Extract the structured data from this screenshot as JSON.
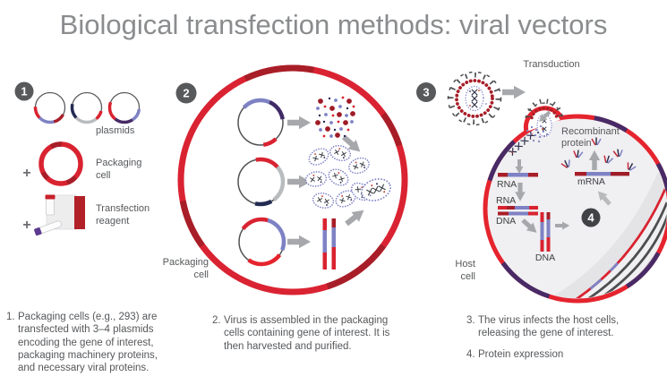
{
  "title": "Biological transfection methods: viral vectors",
  "palette": {
    "red": "#d92330",
    "dark_red": "#a81e28",
    "purple": "#472a66",
    "navy": "#232a52",
    "periwinkle": "#7e82c4",
    "silver": "#b9bcbe",
    "arrow_gray": "#a6a8ab",
    "badge_gray": "#58595b",
    "badge_dark": "#414246",
    "text_gray": "#55575a",
    "title_gray": "#8a8c8e",
    "cell_fill": "#f0eff1"
  },
  "step1": {
    "badge": "1",
    "plus_a": "+",
    "plus_b": "+",
    "plasmids_label": "plasmids",
    "packaging_cell": [
      "Packaging",
      "cell"
    ],
    "transfection_reagent": [
      "Transfection",
      "reagent"
    ]
  },
  "step2": {
    "badge": "2",
    "cell_label": [
      "Packaging",
      "cell"
    ]
  },
  "step3": {
    "badge": "3",
    "step4_badge": "4",
    "transduction": "Transduction",
    "host_cell": [
      "Host",
      "cell"
    ],
    "rna_top": "RNA",
    "rna_mid": "RNA",
    "dna_mid": "DNA",
    "dna_bottom": "DNA",
    "mrna": "mRNA",
    "recombinant": [
      "Recombinant",
      "protein"
    ]
  },
  "captions": {
    "c1": {
      "num": "1.",
      "text": "Packaging cells (e.g., 293) are transfected with 3–4 plasmids encoding the gene of interest, packaging machinery proteins, and necessary viral proteins."
    },
    "c2": {
      "num": "2.",
      "text": "Virus is assembled in the packaging cells containing gene of interest. It is then harvested and purified."
    },
    "c3": {
      "num": "3.",
      "text": "The virus infects the host cells, releasing the gene of interest."
    },
    "c4": {
      "num": "4.",
      "text": "Protein expression"
    }
  }
}
